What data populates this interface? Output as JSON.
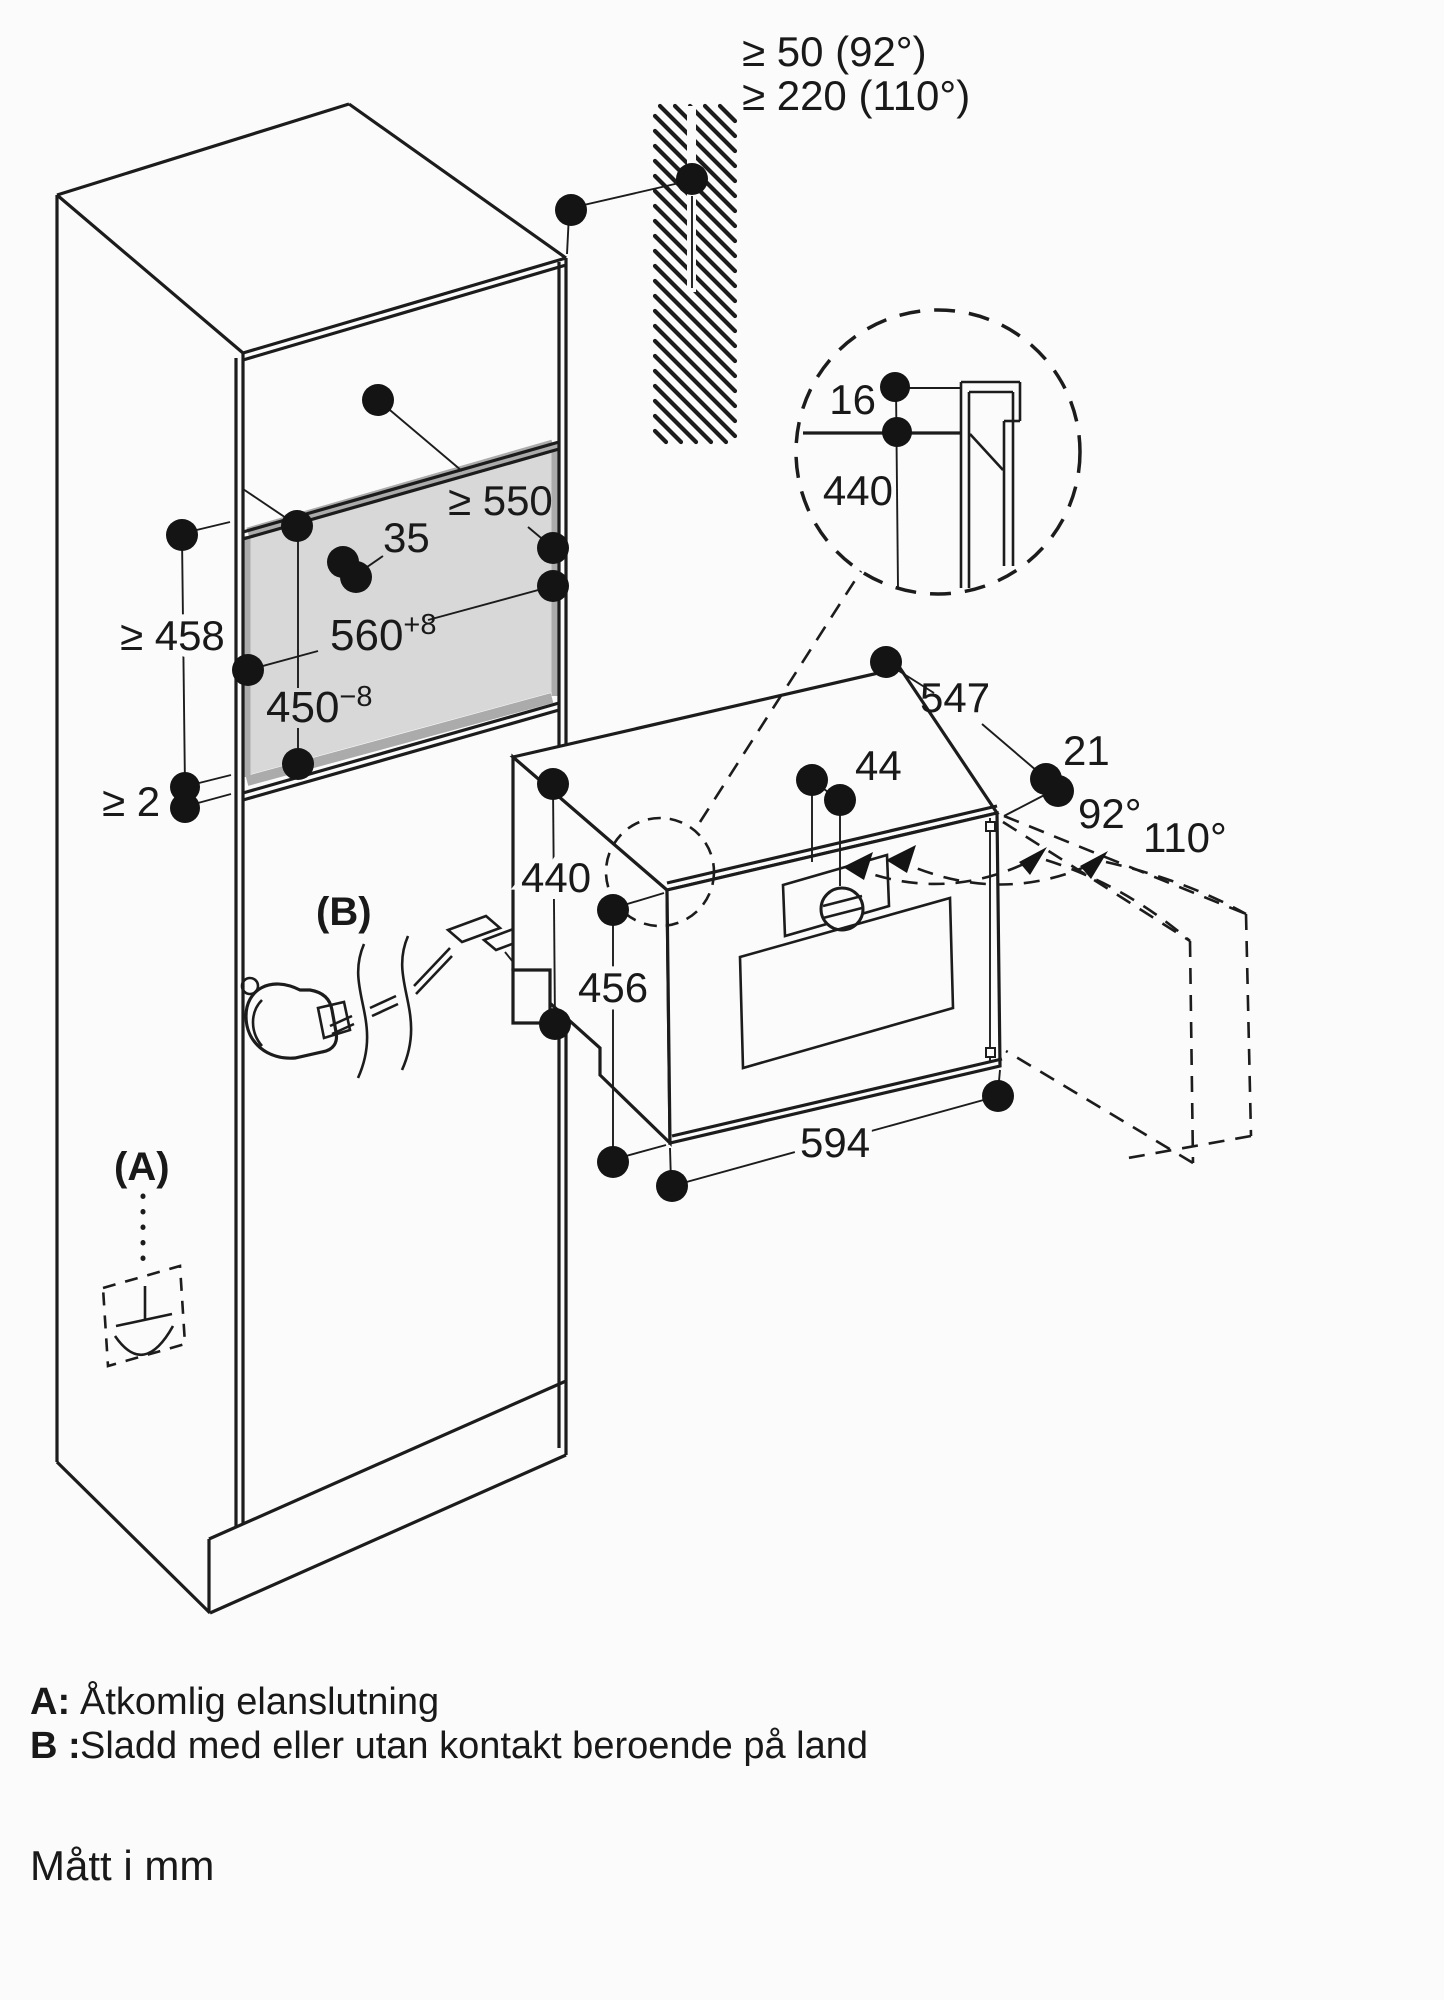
{
  "colors": {
    "background": "#fbfbfb",
    "ink": "#1c1c1c",
    "niche_fill": "#d8d8d8",
    "niche_edge": "#ababab"
  },
  "clearances": {
    "above_92": "≥ 50 (92°)",
    "above_110": "≥ 220 (110°)"
  },
  "detail_circle": {
    "reveal": "16",
    "height": "440"
  },
  "niche": {
    "depth": "≥ 550",
    "top_offset": "35",
    "width": "560",
    "width_tol": "+8",
    "height": "450",
    "height_tol": "−8",
    "side_height": "≥ 458",
    "bottom_gap": "≥ 2"
  },
  "appliance": {
    "depth": "547",
    "door_overhang": "21",
    "swing_min": "92°",
    "swing_max": "110°",
    "control_offset": "44",
    "body_height": "440",
    "front_height": "456",
    "width": "594"
  },
  "callouts": {
    "a": "(A)",
    "b": "(B)"
  },
  "legend": {
    "a_key": "A:",
    "a_text": "Åtkomlig elanslutning",
    "b_key": "B :",
    "b_text": "Sladd med eller utan kontakt beroende på land"
  },
  "footnote": "Mått i mm"
}
